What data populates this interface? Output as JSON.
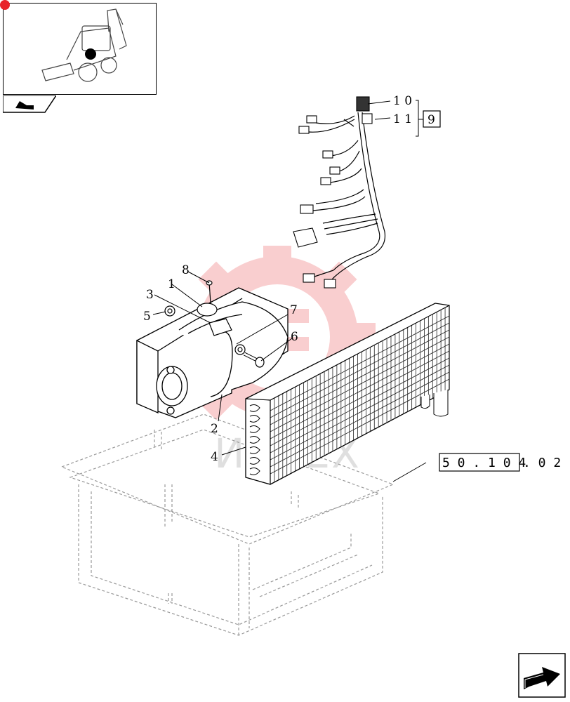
{
  "thumbnail": {
    "icon": "backhoe-loader-icon",
    "marker_color": "#000000"
  },
  "tab": {
    "icon": "section-tab-icon"
  },
  "watermark": {
    "icon": "gear-logo-watermark",
    "color": "#e8242b",
    "text": "ИНТЕХ"
  },
  "callouts": [
    {
      "id": "c1",
      "label": "1"
    },
    {
      "id": "c2",
      "label": "2"
    },
    {
      "id": "c3",
      "label": "3"
    },
    {
      "id": "c4",
      "label": "4"
    },
    {
      "id": "c5",
      "label": "5"
    },
    {
      "id": "c6",
      "label": "6"
    },
    {
      "id": "c7",
      "label": "7"
    },
    {
      "id": "c8",
      "label": "8"
    },
    {
      "id": "c10",
      "label": "1 0"
    },
    {
      "id": "c11",
      "label": "1 1"
    }
  ],
  "group_ref": {
    "label": "9"
  },
  "cross_ref": {
    "boxed": "5 0 . 1 0 4",
    "suffix": ". 0 2"
  },
  "next_page": {
    "icon": "next-page-arrow-icon"
  }
}
